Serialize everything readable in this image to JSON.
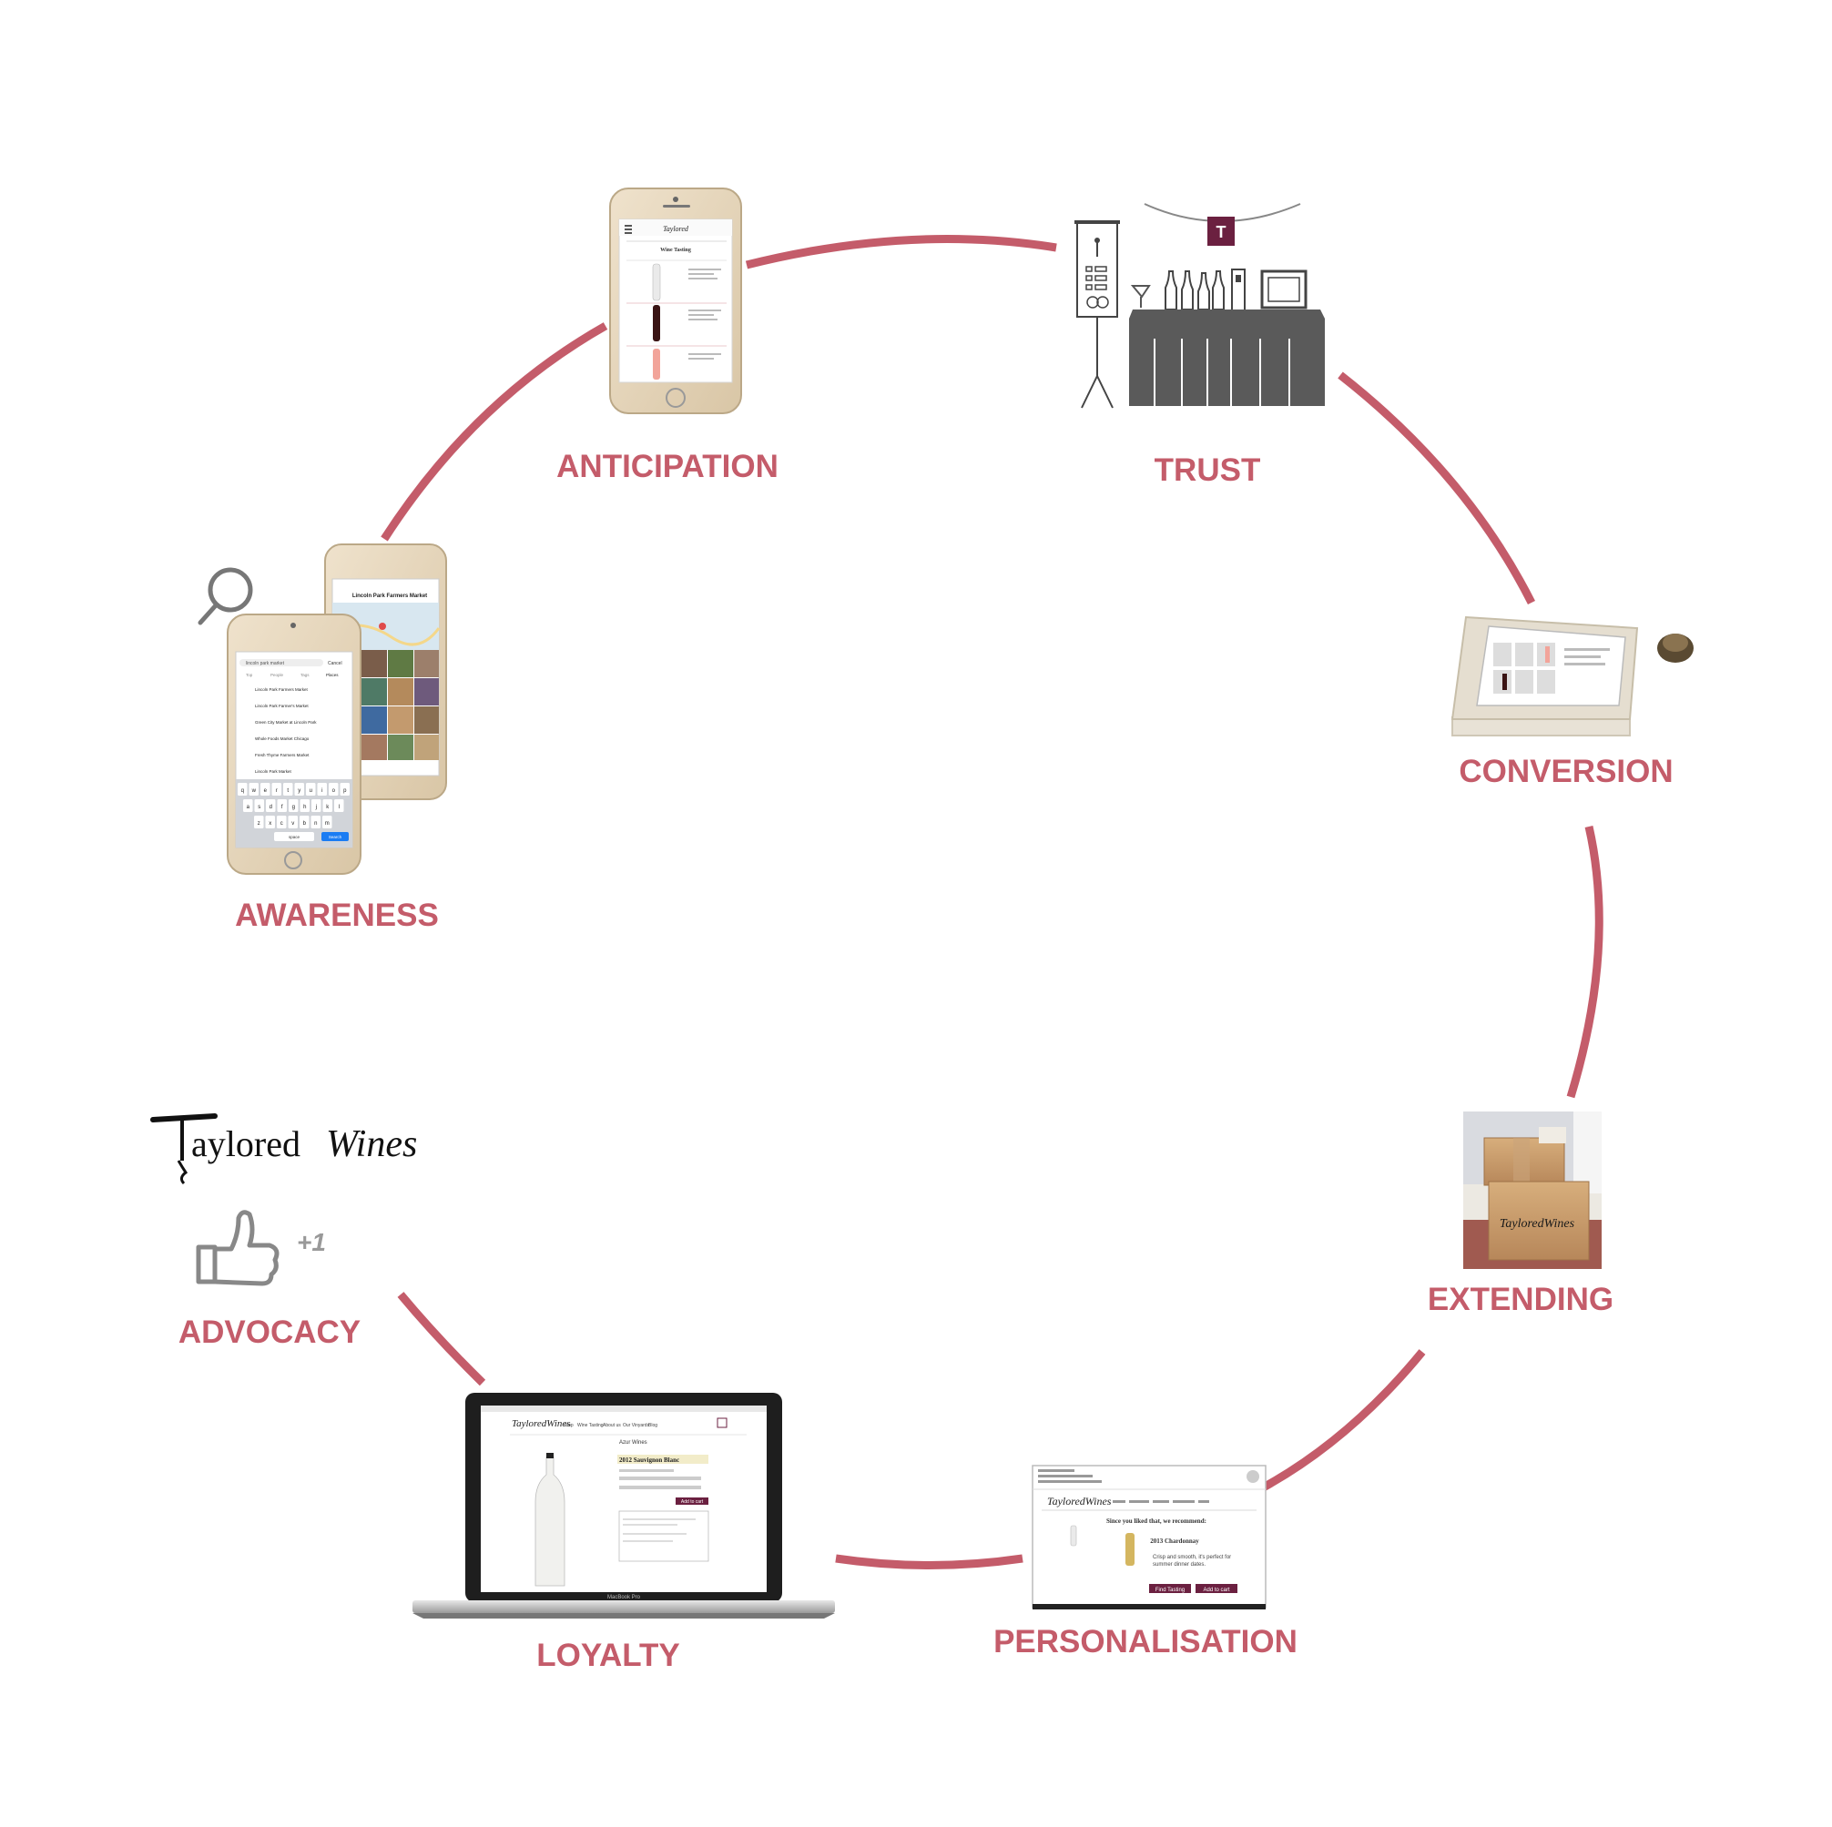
{
  "stages": [
    {
      "id": "awareness",
      "label": "AWARENESS"
    },
    {
      "id": "anticipation",
      "label": "ANTICIPATION"
    },
    {
      "id": "trust",
      "label": "TRUST"
    },
    {
      "id": "conversion",
      "label": "CONVERSION"
    },
    {
      "id": "extending",
      "label": "EXTENDING"
    },
    {
      "id": "personalisation",
      "label": "PERSONALISATION"
    },
    {
      "id": "loyalty",
      "label": "LOYALTY"
    },
    {
      "id": "advocacy",
      "label": "ADVOCACY"
    }
  ],
  "colors": {
    "ring": "#c45c6a",
    "label": "#c45c6a",
    "wine": "#6b2040",
    "table": "#5a5a5a",
    "box": "#c49a68"
  },
  "brand": {
    "logo_text_left": "aylored",
    "logo_text_right": "Wines",
    "logo_initial": "T"
  },
  "advocacy": {
    "plus_one": "+1"
  },
  "awareness_phone": {
    "search_text": "lincoln park market",
    "cancel": "Cancel",
    "tabs": [
      "Top",
      "People",
      "Tags",
      "Places"
    ],
    "results": [
      "Lincoln Park Farmers Market",
      "Lincoln Park Farmer's Market",
      "Green City Market at Lincoln Park",
      "Whole Foods Market Chicago",
      "Fresh Thyme Farmers Market",
      "Lincoln Park Market"
    ],
    "keyboard_rows": [
      "qwertyuiop",
      "asdfghjkl",
      "zxcvbnm"
    ],
    "space_key": "space",
    "search_key": "Search",
    "map_title": "Lincoln Park Farmers Market"
  },
  "anticipation_phone": {
    "page_title": "Wine Tasting"
  },
  "laptop": {
    "nav": [
      "Shop",
      "Wine Tasting",
      "About us",
      "Our Vinyards",
      "Blog"
    ],
    "winery": "Azur Wines",
    "product": "2012 Sauvignon Blanc",
    "add_to_cart": "Add to cart",
    "brand": "MacBook Pro"
  },
  "email": {
    "headline": "Since you liked that, we recommend:",
    "product": "2013 Chardonnay",
    "blurb_1": "Crisp and smooth, it's perfect for",
    "blurb_2": "summer dinner dates.",
    "btn_1": "Find Tasting",
    "btn_2": "Add to cart"
  }
}
